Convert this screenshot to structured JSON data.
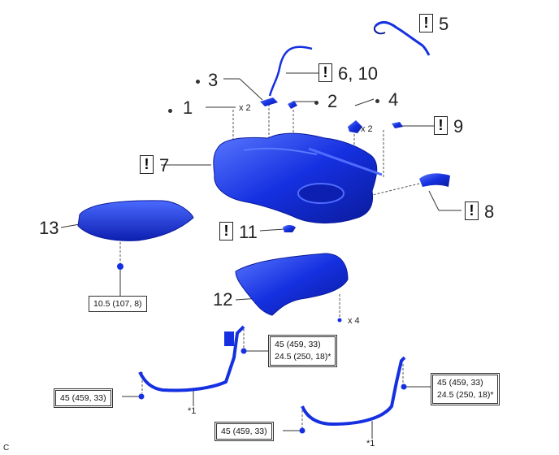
{
  "callouts": {
    "c1": "1",
    "c2": "2",
    "c3": "3",
    "c4": "4",
    "c5": "5",
    "c6": "6, 10",
    "c7": "7",
    "c8": "8",
    "c9": "9",
    "c11": "11",
    "c12": "12",
    "c13": "13"
  },
  "warning_symbol": "!",
  "quantities": {
    "q1": "x 2",
    "q4": "x 2",
    "q12": "x 4"
  },
  "torque": {
    "t13": "10.5 (107, 8)",
    "tr_upper_a": "45 (459, 33)",
    "tr_upper_b": "24.5 (250, 18)*",
    "tl_lower": "45 (459, 33)",
    "tr_lower_a": "45 (459, 33)",
    "tr_lower_b": "24.5 (250, 18)*",
    "tm_lower": "45 (459, 33)"
  },
  "notes": {
    "n1a": "*1",
    "n1b": "*1"
  },
  "corner_code": "C",
  "colors": {
    "part_fill": "#1530e0",
    "part_dark": "#0a1a9a",
    "part_light": "#4f6cff",
    "line": "#333333"
  }
}
